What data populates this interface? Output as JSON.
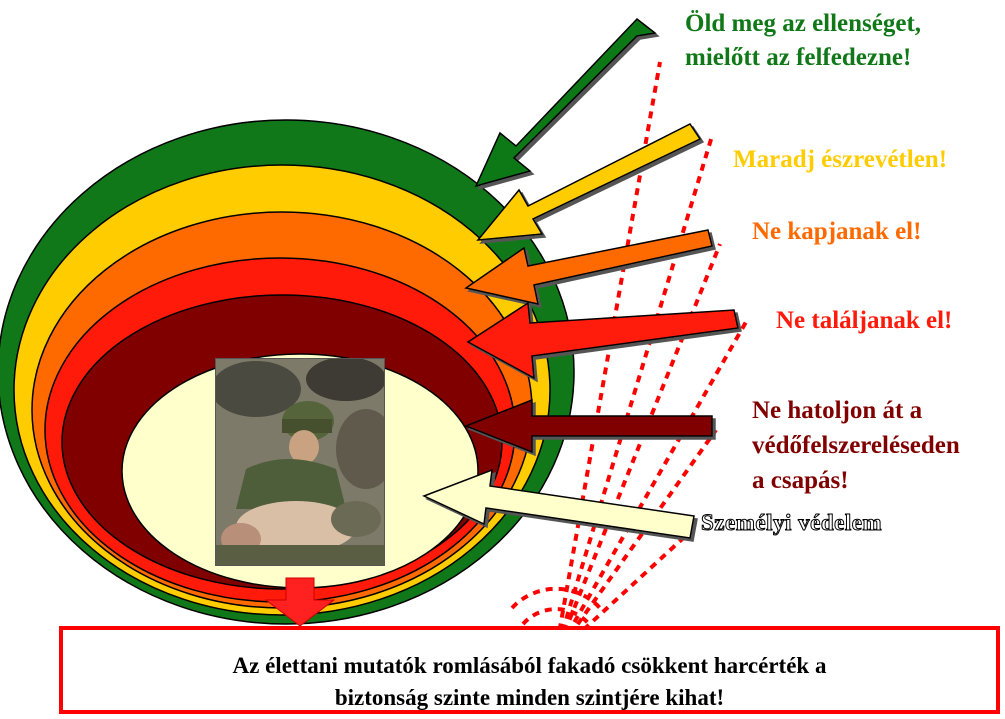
{
  "labels": {
    "kill": "Öld meg az ellenséget,\nmielőtt az felfedezne!",
    "undetected": "Maradj észrevétlen!",
    "not_caught": "Ne kapjanak el!",
    "not_found": "Ne találjanak el!",
    "no_penetrate": "Ne hatoljon át a\nvédőfelszereléseden\na csapás!",
    "personal": "Személyi védelem"
  },
  "bottom_box": {
    "text": "Az élettani mutatók romlásából fakadó csökkent harcérték a\nbiztonság szinte minden szintjére kihat!"
  },
  "photo": {
    "description_icon": "soldier-photo"
  },
  "colors": {
    "green": "#107818",
    "yellow": "#ffcc00",
    "orange": "#ff6a00",
    "red": "#ff1a0a",
    "darkred": "#800000",
    "cream": "#ffffcc",
    "box_border": "#ff0000"
  }
}
